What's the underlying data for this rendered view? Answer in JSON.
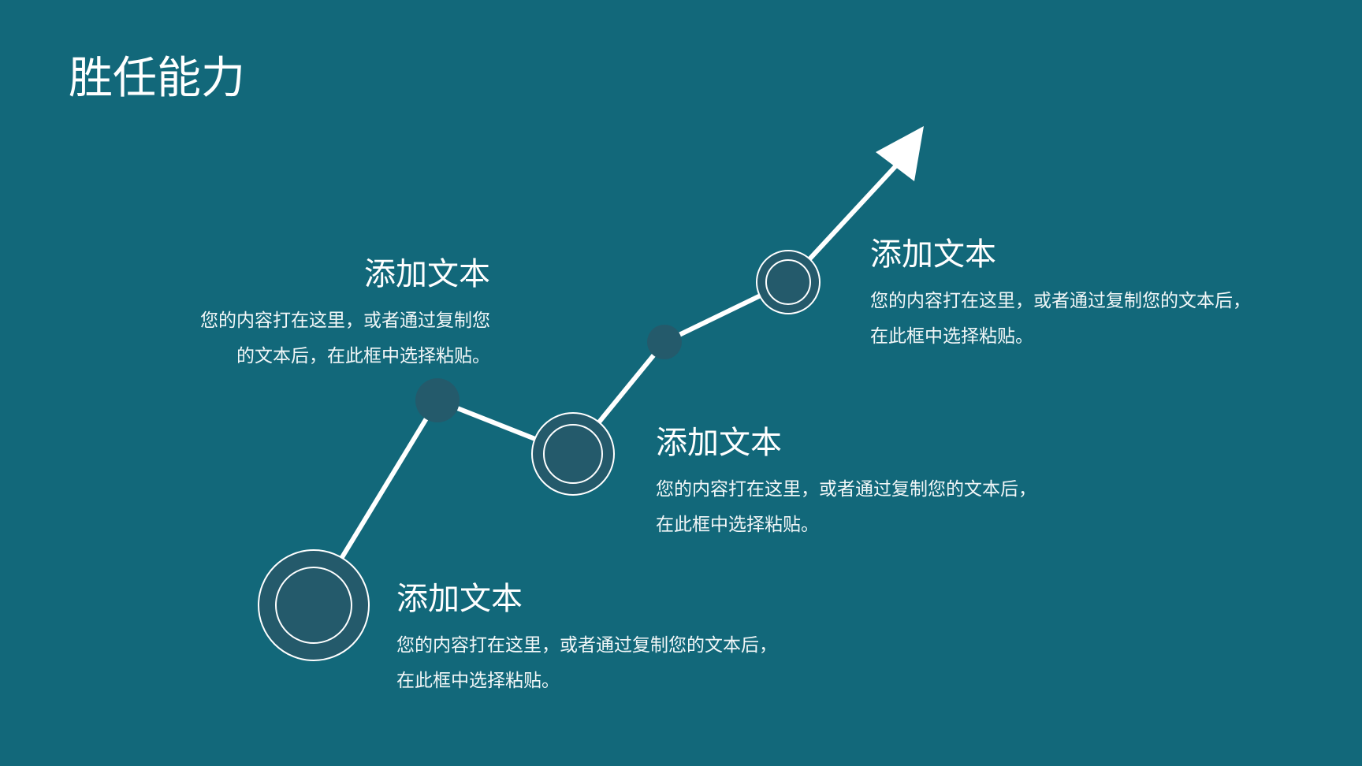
{
  "slide": {
    "title": "胜任能力",
    "colors": {
      "background": "#12687a",
      "line": "#ffffff",
      "node_fill": "#245a6b",
      "text": "#ffffff"
    }
  },
  "diagram": {
    "icon": "arrow-up-right-icon",
    "blocks": [
      {
        "heading": "添加文本",
        "body_line_1": "您的内容打在这里，或者通过复制您的文本后，",
        "body_line_2": "在此框中选择粘贴。"
      },
      {
        "heading": "添加文本",
        "body_line_1": "您的内容打在这里，或者通过复制您的文本后，",
        "body_line_2": "在此框中选择粘贴。"
      },
      {
        "heading": "添加文本",
        "body_line_1": "您的内容打在这里，或者通过复制您",
        "body_line_2": "的文本后，在此框中选择粘贴。"
      },
      {
        "heading": "添加文本",
        "body_line_1": "您的内容打在这里，或者通过复制您的文本后，",
        "body_line_2": "在此框中选择粘贴。"
      }
    ]
  }
}
